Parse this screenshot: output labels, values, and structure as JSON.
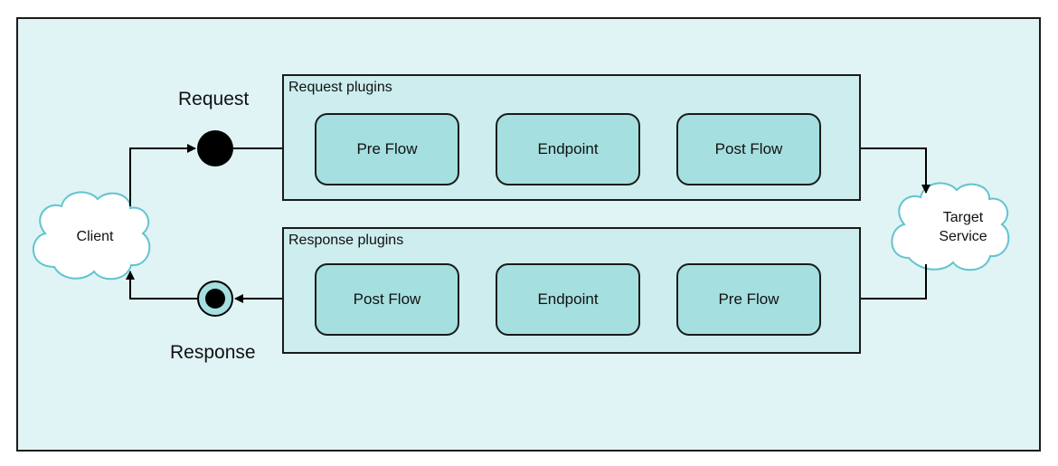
{
  "colors": {
    "background": "#e0f3f5",
    "group_fill": "#cdedee",
    "step_fill": "#a5dfe0",
    "cloud_fill": "#ffffff",
    "cloud_stroke": "#61c4cf",
    "line": "#000000"
  },
  "labels": {
    "request": "Request",
    "response": "Response"
  },
  "nodes": {
    "client": "Client",
    "target_line1": "Target",
    "target_line2": "Service"
  },
  "request_group": {
    "title": "Request plugins",
    "steps": [
      "Pre Flow",
      "Endpoint",
      "Post Flow"
    ]
  },
  "response_group": {
    "title": "Response plugins",
    "steps": [
      "Post Flow",
      "Endpoint",
      "Pre Flow"
    ]
  }
}
